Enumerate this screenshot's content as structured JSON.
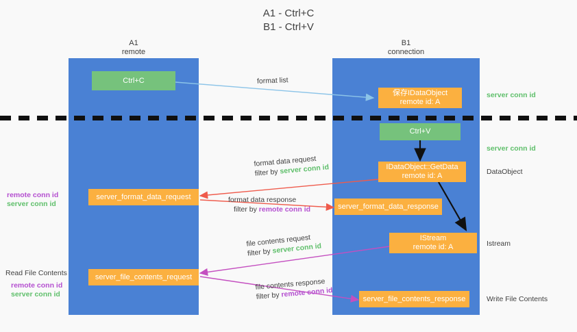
{
  "title": {
    "line1": "A1 - Ctrl+C",
    "line2": "B1 - Ctrl+V"
  },
  "lanes": [
    {
      "name": "A1",
      "sub": "remote"
    },
    {
      "name": "B1",
      "sub": "connection"
    }
  ],
  "boxes": {
    "ctrl_c": {
      "line1": "Ctrl+C"
    },
    "save_idataobject": {
      "line1": "保存IDataObject",
      "line2": "remote id: A"
    },
    "ctrl_v": {
      "line1": "Ctrl+V"
    },
    "getdata": {
      "line1": "IDataObject::GetData",
      "line2": "remote id: A"
    },
    "server_format_data_request": {
      "line1": "server_format_data_request"
    },
    "server_format_data_response": {
      "line1": "server_format_data_response"
    },
    "istream": {
      "line1": "IStream",
      "line2": "remote id: A"
    },
    "server_file_contents_request": {
      "line1": "server_file_contents_request"
    },
    "server_file_contents_response": {
      "line1": "server_file_contents_response"
    }
  },
  "arrow_labels": {
    "format_list": "format list",
    "format_data_request": "format data request",
    "format_data_request_filter_pre": "filter by",
    "format_data_request_filter_key": "server conn id",
    "format_data_response": "format data response",
    "format_data_response_filter_pre": "filter by",
    "format_data_response_filter_key": "remote conn id",
    "file_contents_request": "file contents request",
    "file_contents_request_filter_pre": "filter by",
    "file_contents_request_filter_key": "server conn id",
    "file_contents_response": "file contents response",
    "file_contents_response_filter_pre": "filter by",
    "file_contents_response_filter_key": "remote conn id"
  },
  "side_labels": {
    "server_conn_id_top": "server conn id",
    "server_conn_id_mid": "server conn id",
    "dataobject": "DataObject",
    "istream": "Istream",
    "write_file_contents": "Write File Contents",
    "read_file_contents": "Read File Contents",
    "left_remote_conn_id_1": "remote conn id",
    "left_server_conn_id_1": "server conn id",
    "left_remote_conn_id_2": "remote conn id",
    "left_server_conn_id_2": "server conn id"
  },
  "colors": {
    "lane": "#4a81d4",
    "orange": "#fbb040",
    "green_box": "#76c27c",
    "green_text": "#5fbf6b",
    "purple_text": "#b44fd0",
    "arrow_blue": "#8cc4e8",
    "arrow_red": "#ef5b4c",
    "arrow_magenta": "#c councils",
    "arrow_black": "#101010",
    "background": "#f9f9f9"
  }
}
